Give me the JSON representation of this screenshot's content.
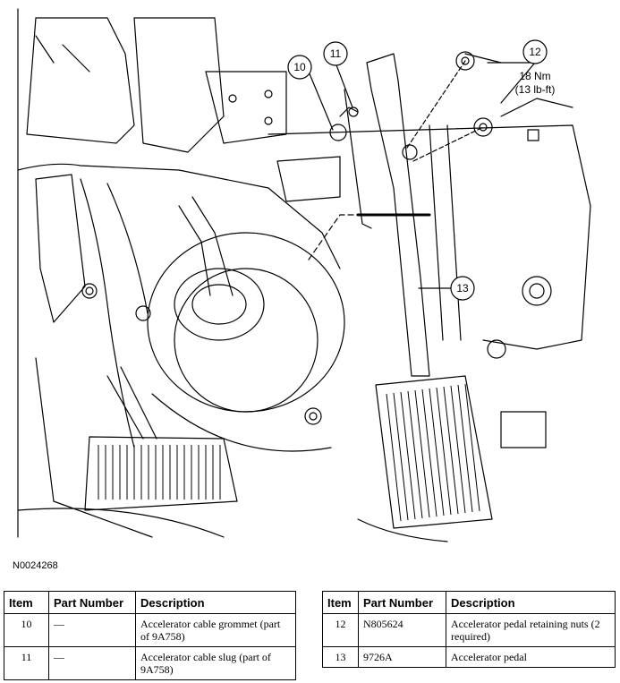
{
  "figure": {
    "figure_id": "N0024268",
    "callouts": [
      {
        "id": "10",
        "text": "10"
      },
      {
        "id": "11",
        "text": "11"
      },
      {
        "id": "12",
        "text": "12"
      },
      {
        "id": "13",
        "text": "13"
      }
    ],
    "torque_line1": "18 Nm",
    "torque_line2": "(13 lb-ft)"
  },
  "table_left": {
    "headers": {
      "item": "Item",
      "part_number": "Part Number",
      "description": "Description"
    },
    "rows": [
      {
        "item": "10",
        "part_number": "—",
        "description": "Accelerator cable grommet (part of 9A758)"
      },
      {
        "item": "11",
        "part_number": "—",
        "description": "Accelerator cable slug (part of 9A758)"
      }
    ]
  },
  "table_right": {
    "headers": {
      "item": "Item",
      "part_number": "Part Number",
      "description": "Description"
    },
    "rows": [
      {
        "item": "12",
        "part_number": "N805624",
        "description": "Accelerator pedal retaining nuts (2 required)"
      },
      {
        "item": "13",
        "part_number": "9726A",
        "description": "Accelerator pedal"
      }
    ]
  }
}
